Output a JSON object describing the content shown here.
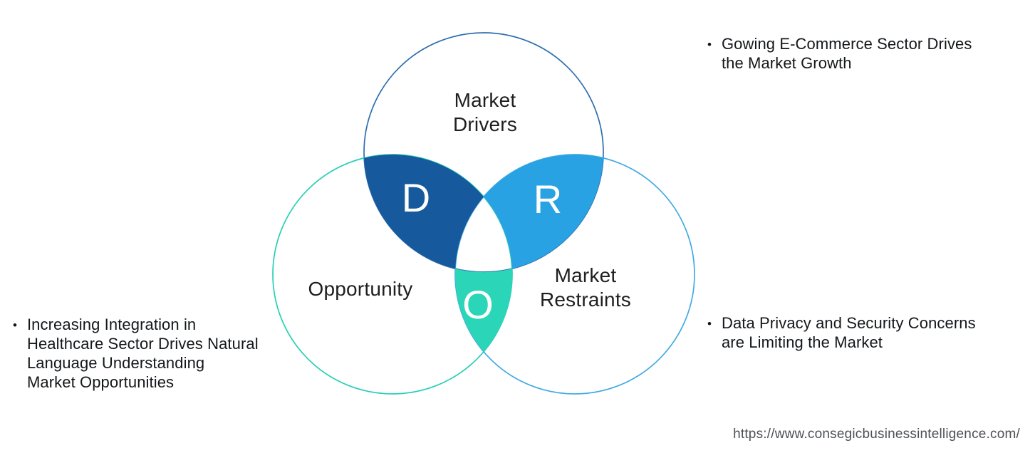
{
  "diagram": {
    "letters": {
      "d": "D",
      "r": "R",
      "o": "O"
    },
    "labels": {
      "drivers": "Market Drivers",
      "opportunity": "Opportunity",
      "restraints": "Market Restraints"
    },
    "colors": {
      "drivers_outline": "#2e6eae",
      "opportunity_outline": "#27cfb5",
      "restraints_outline": "#42aae3",
      "d_fill": "#16599d",
      "r_fill": "#29a2e3",
      "o_fill": "#2bd5b8"
    }
  },
  "bullets": {
    "glyph": "•",
    "left": {
      "lines": [
        "Increasing Integration in",
        "Healthcare Sector Drives Natural",
        "Language Understanding",
        "Market Opportunities"
      ]
    },
    "right_top": {
      "lines": [
        "Gowing E-Commerce Sector Drives",
        "the Market Growth"
      ]
    },
    "right_bottom": {
      "lines": [
        "Data Privacy and Security Concerns",
        "are Limiting the Market"
      ]
    }
  },
  "footer": {
    "url": "https://www.consegicbusinessintelligence.com/"
  }
}
